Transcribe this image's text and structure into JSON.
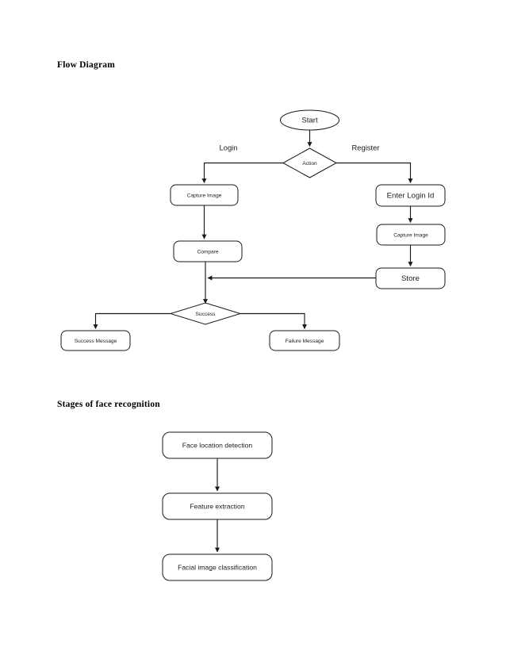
{
  "document": {
    "background_color": "#ffffff",
    "line_color": "#1a1a1a",
    "text_color": "#1a1a1a"
  },
  "sections": {
    "flow": {
      "heading": "Flow Diagram"
    },
    "stages": {
      "heading": "Stages of face recognition"
    }
  },
  "flow_diagram": {
    "nodes": {
      "start": {
        "label": "Start",
        "shape": "ellipse"
      },
      "action": {
        "label": "Action",
        "shape": "diamond"
      },
      "capture_image_login": {
        "label": "Capture Image",
        "shape": "rounded-rect"
      },
      "compare": {
        "label": "Compare",
        "shape": "rounded-rect"
      },
      "enter_login_id": {
        "label": "Enter Login Id",
        "shape": "rounded-rect"
      },
      "capture_image_register": {
        "label": "Capture Image",
        "shape": "rounded-rect"
      },
      "store": {
        "label": "Store",
        "shape": "rounded-rect"
      },
      "success": {
        "label": "Success",
        "shape": "diamond"
      },
      "success_message": {
        "label": "Success Message",
        "shape": "rounded-rect"
      },
      "failure_message": {
        "label": "Failure Message",
        "shape": "rounded-rect"
      }
    },
    "edge_labels": {
      "login": "Login",
      "register": "Register"
    }
  },
  "stages_diagram": {
    "nodes": {
      "face_location_detection": {
        "label": "Face location detection",
        "shape": "rounded-rect"
      },
      "feature_extraction": {
        "label": "Feature extraction",
        "shape": "rounded-rect"
      },
      "facial_image_classification": {
        "label": "Facial image classification",
        "shape": "rounded-rect"
      }
    }
  }
}
